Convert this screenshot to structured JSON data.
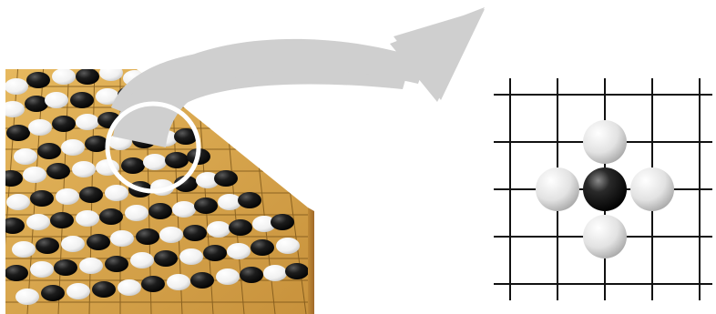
{
  "illustration": {
    "left_panel": {
      "subject": "go-board-photo",
      "colors": {
        "board_top": "#d4a24c",
        "board_edge": "#b47d2c",
        "grid_line": "#7a5418",
        "stone_black": "#161616",
        "stone_white": "#f6f6f6"
      }
    },
    "magnifier": {
      "colors": {
        "ring": "#ffffff",
        "arrow": "#cfcfcf"
      }
    },
    "diagram": {
      "grid_lines": 5,
      "center_stone": "black",
      "neighbor_stones": [
        "white",
        "white",
        "white",
        "white"
      ],
      "colors": {
        "grid": "#111111",
        "stone_black": "#111111",
        "stone_white": "#e4e4e4"
      }
    }
  }
}
